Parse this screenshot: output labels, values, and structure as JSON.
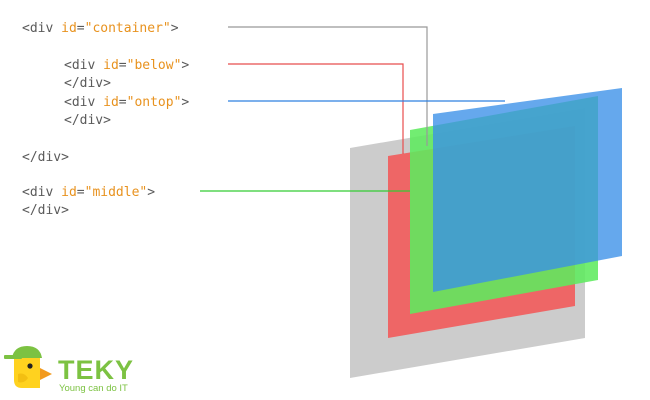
{
  "code": {
    "open_bracket": "<",
    "open_close_bracket": "</",
    "close_bracket": ">",
    "eq": "=",
    "quote": "\"",
    "div": "div",
    "id_attr": "id",
    "container_id": "container",
    "below_id": "below",
    "ontop_id": "ontop",
    "middle_id": "middle"
  },
  "colors": {
    "container": "#cccccc",
    "below": "#ee6666",
    "middle": "#66ee66",
    "ontop": "#4499ee",
    "attr_value": "#e8921e",
    "tag_text": "#5a5a5a"
  },
  "logo": {
    "word": "TEKY",
    "tagline": "Young can do IT",
    "brand_color": "#7cc242",
    "icon": "duck-mascot-icon"
  }
}
